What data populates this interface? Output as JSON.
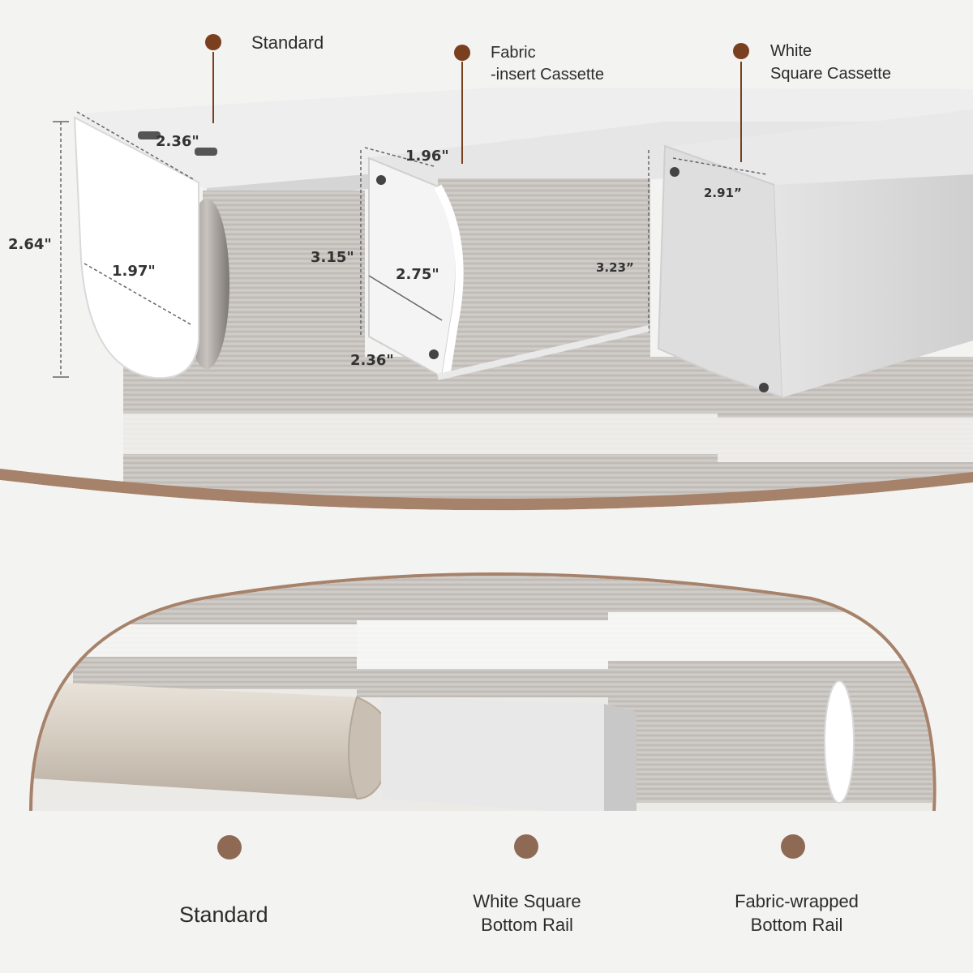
{
  "top_labels": {
    "standard": "Standard",
    "fabric_line1": "Fabric",
    "fabric_line2": "-insert Cassette",
    "white_line1": "White",
    "white_line2": "Square Cassette"
  },
  "dimensions": {
    "standard_width": "2.36\"",
    "standard_height": "2.64\"",
    "standard_depth": "1.97\"",
    "standard_roll": "3.15\"",
    "fabric_top": "1.96\"",
    "fabric_side": "2.75\"",
    "fabric_bottom": "2.36\"",
    "fabric_height": "3.23”",
    "white_top": "2.91”"
  },
  "bottom_labels": {
    "standard": "Standard",
    "white_line1": "White Square",
    "white_line2": "Bottom Rail",
    "fabric_line1": "Fabric-wrapped",
    "fabric_line2": "Bottom Rail"
  },
  "colors": {
    "dot_dark": "#7a3f1f",
    "dot_light": "#8e6a55",
    "divider_arc": "#a7826a",
    "background": "#f3f3f2"
  }
}
